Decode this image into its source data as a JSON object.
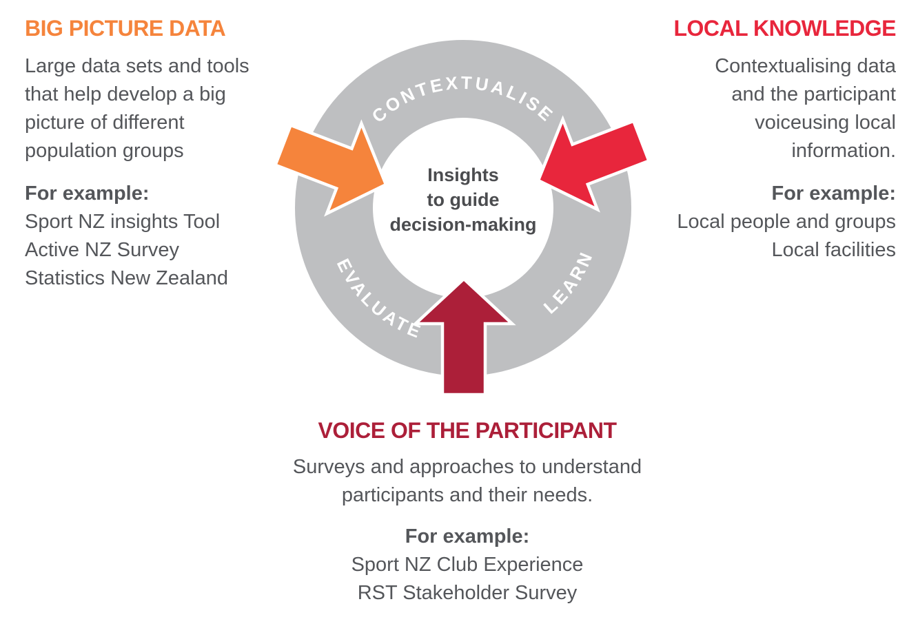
{
  "diagram": {
    "center_lines": [
      "Insights",
      "to guide",
      "decision-making"
    ],
    "ring_labels": {
      "top": "CONTEXTUALISE",
      "bottom_left": "EVALUATE",
      "bottom_right": "LEARN"
    },
    "colors": {
      "ring_gray": "#BEBFC1",
      "orange": "#F5843C",
      "bright_red": "#E8263C",
      "dark_red": "#AC1F39",
      "body_text": "#54565A",
      "center_text": "#4B4C4F",
      "ring_label_text": "#FFFFFF"
    }
  },
  "sections": {
    "big_picture_data": {
      "title": "BIG PICTURE DATA",
      "desc_lines": [
        "Large data sets and tools",
        "that help develop a big",
        "picture of different",
        "population groups"
      ],
      "example_label": "For example:",
      "examples": [
        "Sport NZ insights Tool",
        "Active NZ Survey",
        "Statistics New Zealand"
      ]
    },
    "local_knowledge": {
      "title": "LOCAL KNOWLEDGE",
      "desc_lines": [
        "Contextualising data",
        "and the participant",
        "voiceusing local",
        "information."
      ],
      "example_label": "For example:",
      "examples": [
        "Local people and groups",
        "Local facilities"
      ]
    },
    "voice_of_participant": {
      "title": "VOICE OF THE PARTICIPANT",
      "desc_lines": [
        "Surveys and approaches to understand",
        "participants and their needs."
      ],
      "example_label": "For example:",
      "examples": [
        "Sport NZ Club Experience",
        "RST Stakeholder Survey"
      ]
    }
  }
}
